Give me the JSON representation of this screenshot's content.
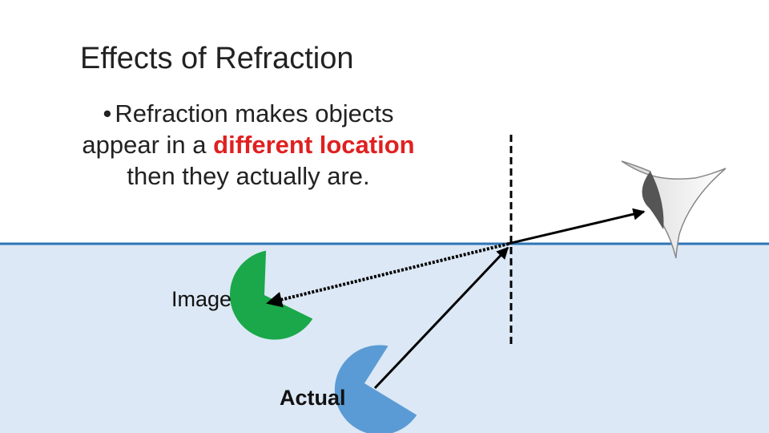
{
  "title": "Effects of Refraction",
  "bullet": {
    "line1": "Refraction makes objects",
    "line2_before": "appear in a ",
    "line2_highlight": "different location",
    "line3": "then they actually are."
  },
  "labels": {
    "image": "Image",
    "actual": "Actual"
  },
  "colors": {
    "water": "#dce8f5",
    "surface": "#2e75b6",
    "image_object": "#1aa84a",
    "actual_object": "#5b9bd5",
    "highlight": "#e02020"
  },
  "icons": [
    "eye-icon"
  ]
}
